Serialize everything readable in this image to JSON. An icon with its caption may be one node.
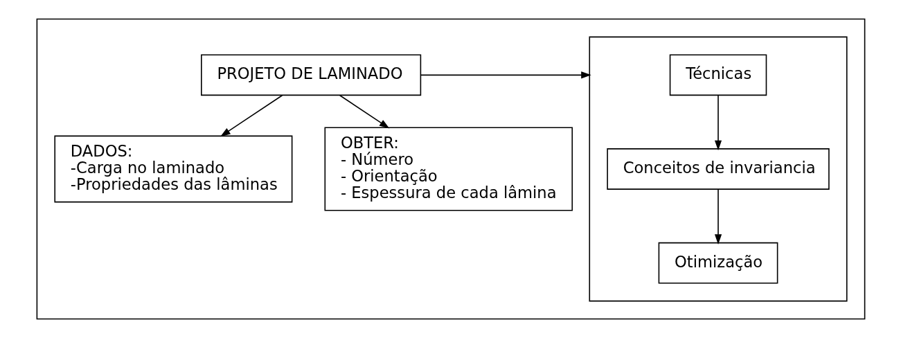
{
  "diagram": {
    "nodes": [
      {
        "text": [],
        "shape": "box"
      },
      {
        "text": [
          "PROJETO DE LAMINADO"
        ],
        "in": 0
      },
      {
        "text": [
          "DADOS:",
          "-Carga no laminado",
          "-Propriedades das lâminas"
        ],
        "in": 0
      },
      {
        "text": [
          "OBTER:",
          "- Número",
          "- Orientação",
          "- Espessura de cada lâmina"
        ],
        "in": 0
      },
      {
        "text": [],
        "shape": "box",
        "in": 0
      },
      {
        "text": [
          "Técnicas"
        ],
        "in": 4
      },
      {
        "text": [
          "Conceitos de invariancia"
        ],
        "in": 4
      },
      {
        "text": [
          "Otimização"
        ],
        "in": 4
      }
    ],
    "edges": [
      {
        "from": 1,
        "to": 2,
        "arrow": "to"
      },
      {
        "from": 1,
        "to": 3,
        "arrow": "to"
      },
      {
        "from": 1,
        "to": 4,
        "arrow": "to"
      },
      {
        "from": 5,
        "to": 6,
        "arrow": "to"
      },
      {
        "from": 6,
        "to": 7,
        "arrow": "to"
      }
    ]
  }
}
